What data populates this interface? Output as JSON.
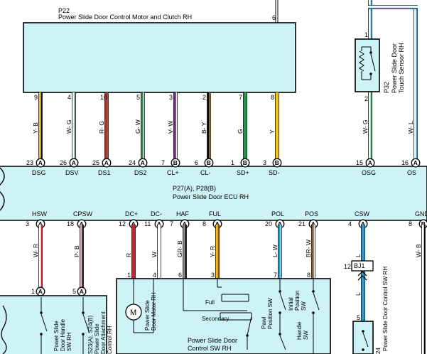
{
  "motor_clutch": {
    "connector_id": "P22",
    "name": "Power Slide Door Control Motor and Clutch RH",
    "top_pin": "6"
  },
  "touch_sensor": {
    "connector_id": "P32",
    "name_line1": "Power Slide Door",
    "name_line2": "Touch Sensor RH",
    "pin_top": "1",
    "pin_bottom": "2"
  },
  "ecu": {
    "connector_id": "P27(A), P28(B)",
    "name": "Power Slide Door ECU RH"
  },
  "colors": {
    "component_fill": "#cdf3f7",
    "Y": "#f7c600",
    "B": "#000000",
    "W": "#ffffff",
    "G": "#1a9a4a",
    "R": "#d0202a",
    "V": "#7a1d8c",
    "P": "#f2a3b8",
    "GR": "#8c8c8c",
    "L": "#1aa0e0",
    "BR": "#a0522d"
  },
  "top_wires": [
    {
      "name": "DSG",
      "pin_top": "9",
      "wire": "Y- B",
      "term": "23",
      "conn": "A",
      "c1": "#f7c600",
      "c2": "#000000"
    },
    {
      "name": "DSV",
      "pin_top": "4",
      "wire": "W- G",
      "term": "26",
      "conn": "A",
      "c1": "#ffffff",
      "c2": "#1a9a4a"
    },
    {
      "name": "DS1",
      "pin_top": "10",
      "wire": "R- G",
      "term": "25",
      "conn": "A",
      "c1": "#d0202a",
      "c2": "#1a9a4a"
    },
    {
      "name": "DS2",
      "pin_top": "5",
      "wire": "G- W",
      "term": "24",
      "conn": "A",
      "c1": "#1a9a4a",
      "c2": "#ffffff"
    },
    {
      "name": "CL+",
      "pin_top": "3",
      "wire": "V- W",
      "term": "7",
      "conn": "B",
      "c1": "#7a1d8c",
      "c2": "#ffffff"
    },
    {
      "name": "CL-",
      "pin_top": "2",
      "wire": "B- Y",
      "term": "6",
      "conn": "B",
      "c1": "#000000",
      "c2": "#f7c600"
    },
    {
      "name": "SD+",
      "pin_top": "7",
      "wire": "G",
      "term": "1",
      "conn": "B",
      "c1": "#1a9a4a",
      "c2": "#1a9a4a"
    },
    {
      "name": "SD-",
      "pin_top": "8",
      "wire": "Y",
      "term": "3",
      "conn": "B",
      "c1": "#f7c600",
      "c2": "#f7c600"
    },
    {
      "name": "OSG",
      "pin_top": "",
      "wire": "W- G",
      "term": "15",
      "conn": "A",
      "c1": "#ffffff",
      "c2": "#1a9a4a"
    },
    {
      "name": "OS",
      "pin_top": "",
      "wire": "W- L",
      "term": "16",
      "conn": "A",
      "c1": "#ffffff",
      "c2": "#1aa0e0"
    }
  ],
  "bottom_wires": [
    {
      "name": "HSW",
      "term": "3",
      "conn": "A",
      "wire": "W- R",
      "dest": "1",
      "dest_conn": "A",
      "c1": "#ffffff",
      "c2": "#d0202a"
    },
    {
      "name": "CPSW",
      "term": "18",
      "conn": "A",
      "wire": "P- B",
      "dest": "5",
      "dest_conn": "A",
      "c1": "#f2a3b8",
      "c2": "#000000"
    },
    {
      "name": "DC+",
      "term": "12",
      "conn": "A",
      "wire": "R",
      "dest": "1",
      "dest_conn": "",
      "c1": "#d0202a",
      "c2": "#d0202a"
    },
    {
      "name": "DC-",
      "term": "11",
      "conn": "A",
      "wire": "W",
      "dest": "4",
      "dest_conn": "",
      "c1": "#ffffff",
      "c2": "#ffffff"
    },
    {
      "name": "HAF",
      "term": "7",
      "conn": "A",
      "wire": "GR- B",
      "dest": "6",
      "dest_conn": "",
      "c1": "#8c8c8c",
      "c2": "#000000"
    },
    {
      "name": "FUL",
      "term": "8",
      "conn": "A",
      "wire": "Y- R",
      "dest": "3",
      "dest_conn": "",
      "c1": "#f7c600",
      "c2": "#d0202a"
    },
    {
      "name": "POL",
      "term": "20",
      "conn": "A",
      "wire": "L- W",
      "dest": "7",
      "dest_conn": "",
      "c1": "#1aa0e0",
      "c2": "#ffffff"
    },
    {
      "name": "POS",
      "term": "21",
      "conn": "A",
      "wire": "BR- W",
      "dest": "8",
      "dest_conn": "",
      "c1": "#a0522d",
      "c2": "#ffffff"
    },
    {
      "name": "CSW",
      "term": "4",
      "conn": "A",
      "wire": "L",
      "dest": "",
      "dest_conn": "",
      "c1": "#1aa0e0",
      "c2": "#1aa0e0"
    },
    {
      "name": "GND",
      "term": "8",
      "conn": "B",
      "wire": "W- B",
      "dest": "",
      "dest_conn": "",
      "c1": "#ffffff",
      "c2": "#000000"
    }
  ],
  "handle_switch": {
    "name_line1": "Power Slide",
    "name_line2": "Door Handle",
    "name_line3": "SW RH"
  },
  "attachment": {
    "connector_id": "S23(A), S24(B)",
    "name_line1": "Power Slide",
    "name_line2": "Door Attachment",
    "name_line3": "Control RH"
  },
  "motor_switch": {
    "motor_symbol": "M",
    "motor_name_line1": "Power Slide",
    "motor_name_line2": "Door Motor RH",
    "full_label": "Full",
    "secondary_label": "Secondary",
    "pawl_line1": "Pawl",
    "pawl_line2": "Position SW",
    "initial_line1": "Initial",
    "initial_line2": "Position",
    "initial_line3": "SW",
    "handle_line1": "Handle",
    "handle_line2": "SW",
    "name_line1": "Power Slide Door",
    "name_line2": "Control SW RH"
  },
  "control_sw": {
    "junction": "BJ1",
    "junction_pin": "12",
    "pin": "5",
    "mid_wire": "L",
    "name": "Power Slide Door Control SW RH",
    "id_fragment": "24"
  }
}
